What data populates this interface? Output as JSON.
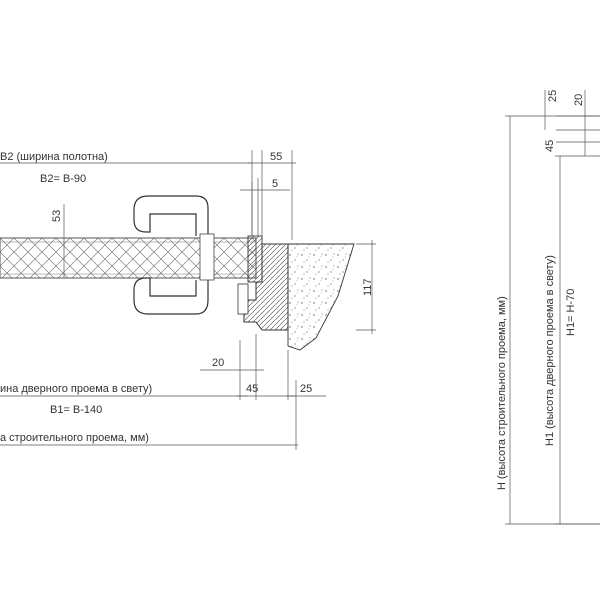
{
  "labels": {
    "b2_name": "B2 (ширина полотна)",
    "b2_formula": "B2= B-90",
    "b1_name": "ина дверного проема в свету)",
    "b1_formula": "B1= B-140",
    "b_name": "а строительного проема, мм)",
    "h_name": "H (высота строительного проема, мм)",
    "h1_name": "H1 (высота дверного проема в свету)",
    "h1_formula": "H1= H-70"
  },
  "dims": {
    "d55": "55",
    "d5": "5",
    "d53": "53",
    "d117": "117",
    "d20": "20",
    "d45": "45",
    "d25": "25",
    "v25": "25",
    "v20": "20",
    "v45": "45"
  }
}
